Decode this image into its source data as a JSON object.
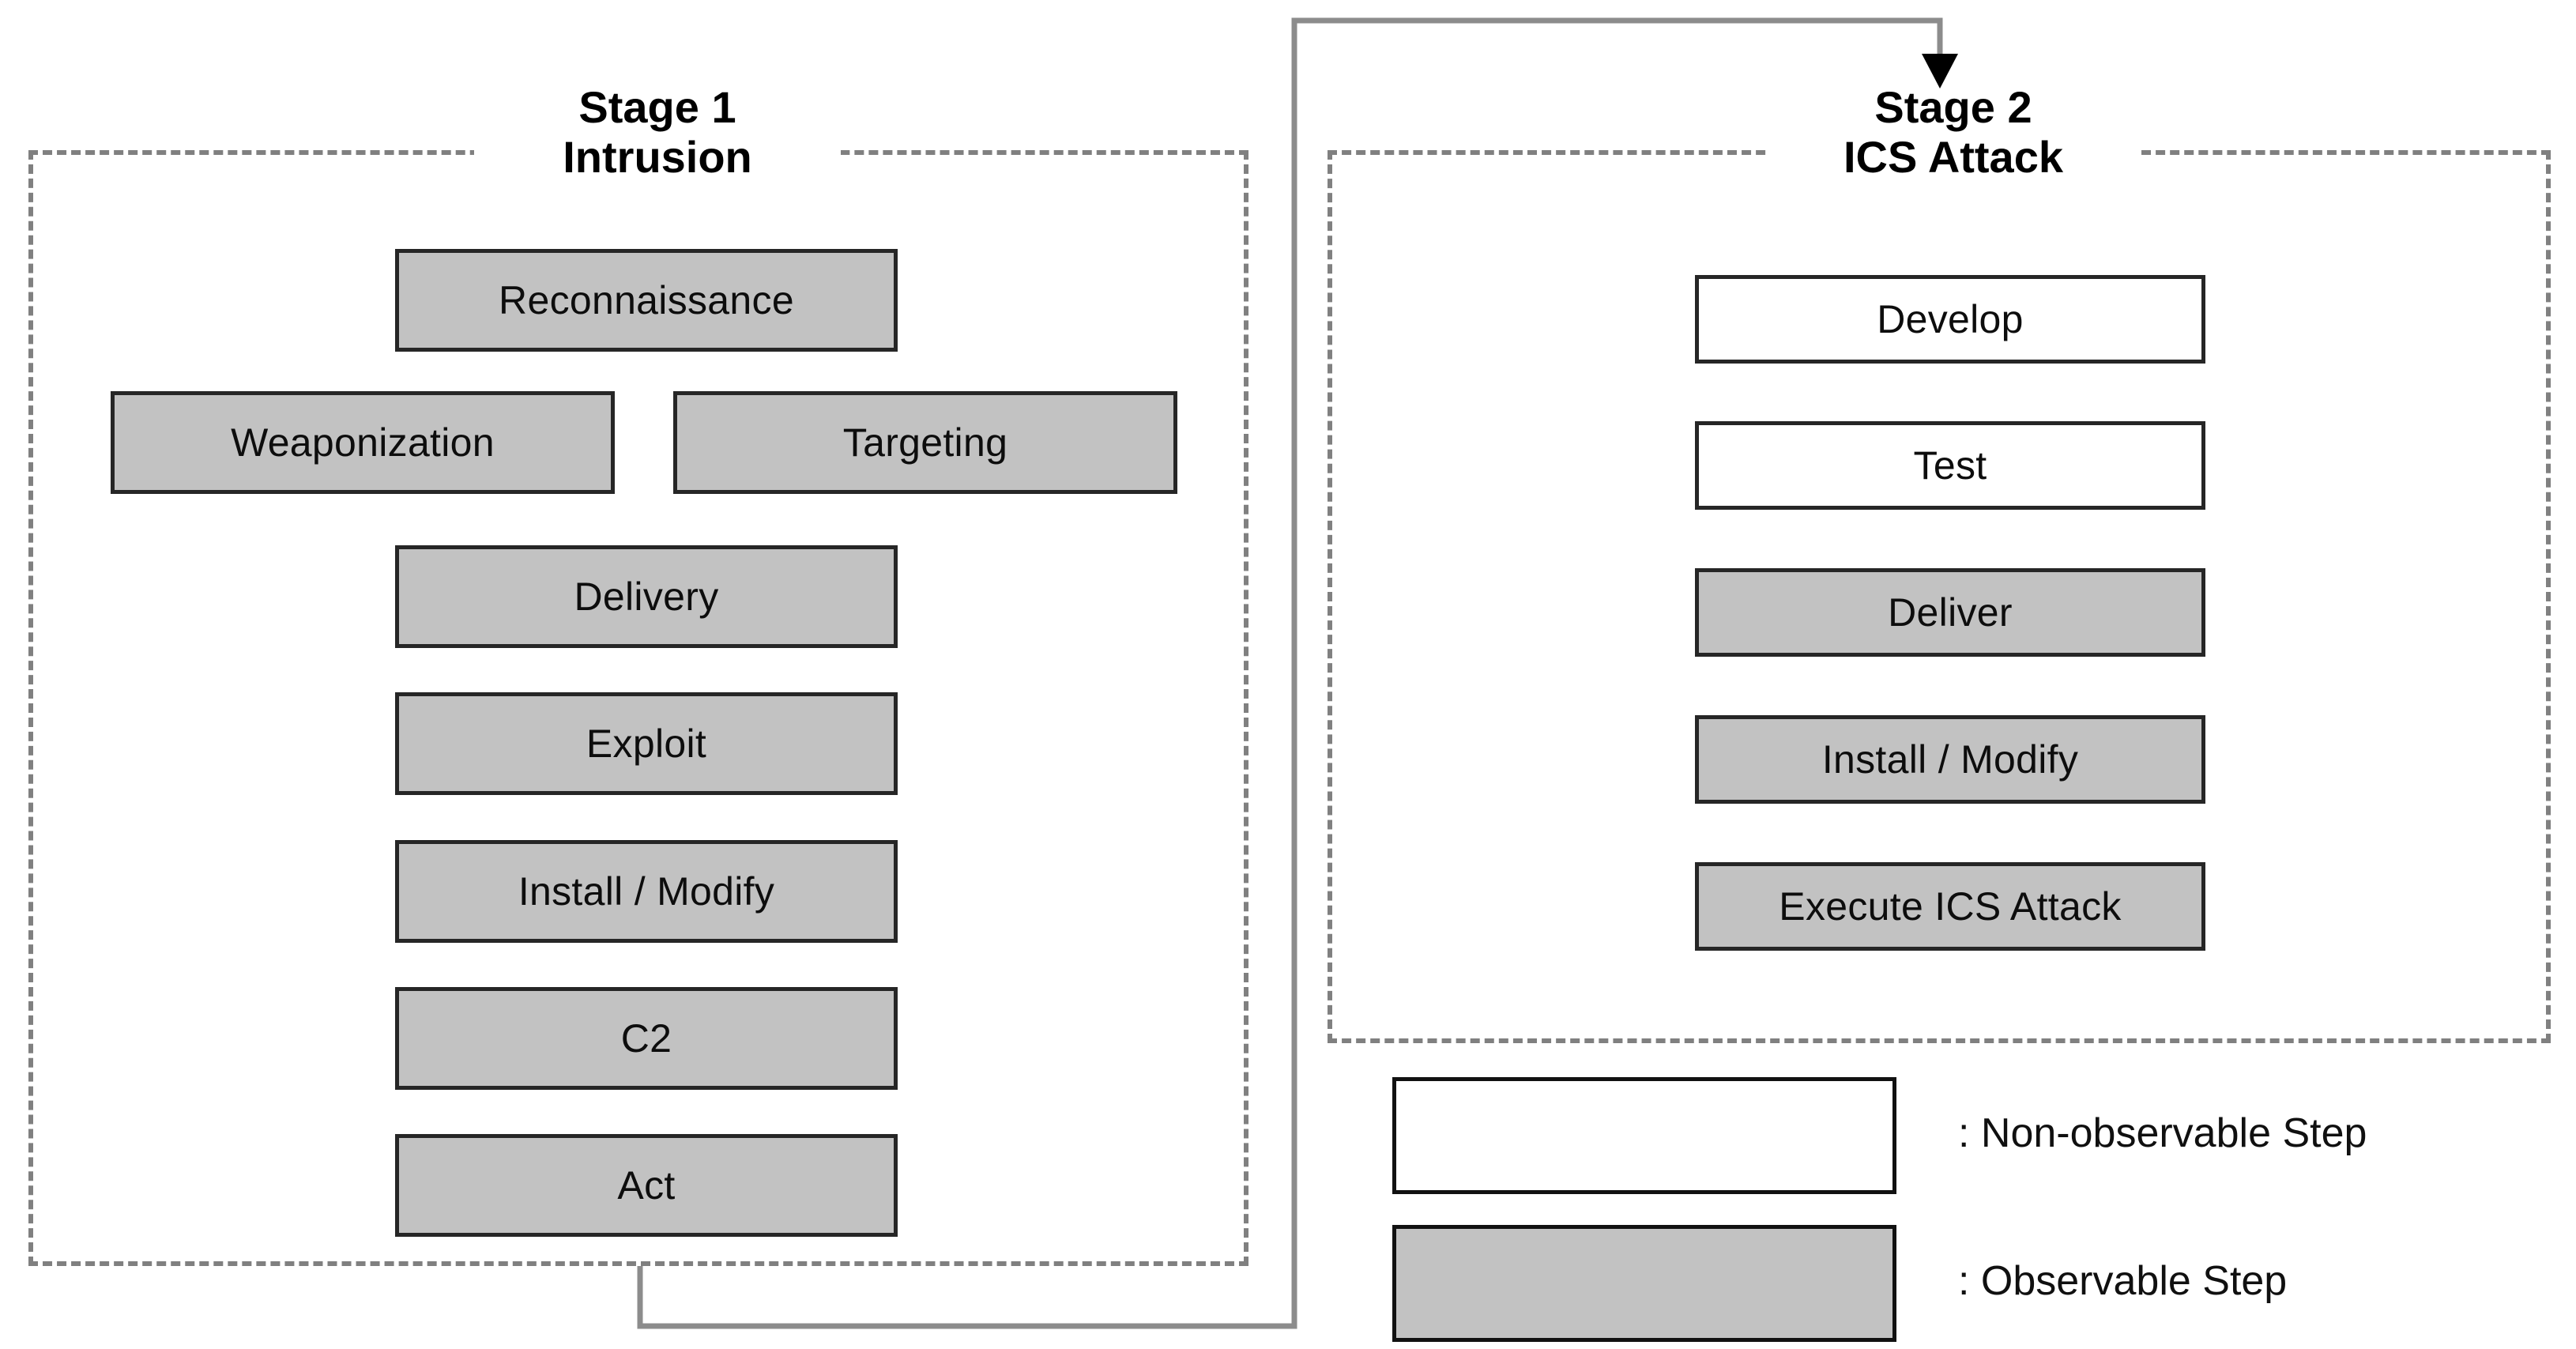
{
  "diagram": {
    "title_stage1_line1": "Stage 1",
    "title_stage1_line2": "Intrusion",
    "title_stage2_line1": "Stage 2",
    "title_stage2_line2": "ICS Attack"
  },
  "stage1": {
    "title": "Stage 1\nIntrusion",
    "steps": [
      {
        "label": "Reconnaissance",
        "kind": "observable"
      },
      {
        "label": "Weaponization",
        "kind": "observable"
      },
      {
        "label": "Targeting",
        "kind": "observable"
      },
      {
        "label": "Delivery",
        "kind": "observable"
      },
      {
        "label": "Exploit",
        "kind": "observable"
      },
      {
        "label": "Install / Modify",
        "kind": "observable"
      },
      {
        "label": "C2",
        "kind": "observable"
      },
      {
        "label": "Act",
        "kind": "observable"
      }
    ]
  },
  "stage2": {
    "title": "Stage 2\nICS Attack",
    "steps": [
      {
        "label": "Develop",
        "kind": "non-observable"
      },
      {
        "label": "Test",
        "kind": "non-observable"
      },
      {
        "label": "Deliver",
        "kind": "observable"
      },
      {
        "label": "Install / Modify",
        "kind": "observable"
      },
      {
        "label": "Execute ICS Attack",
        "kind": "observable"
      }
    ]
  },
  "legend": {
    "items": [
      {
        "label": ": Non-observable Step",
        "kind": "non-observable"
      },
      {
        "label": ": Observable Step",
        "kind": "observable"
      }
    ]
  },
  "colors": {
    "observable_fill": "#c2c2c2",
    "non_observable_fill": "#ffffff",
    "box_border": "#262626",
    "stage_border": "#808080",
    "connector": "#8c8c8c",
    "arrow": "#000000",
    "text": "#0d0d0d"
  }
}
